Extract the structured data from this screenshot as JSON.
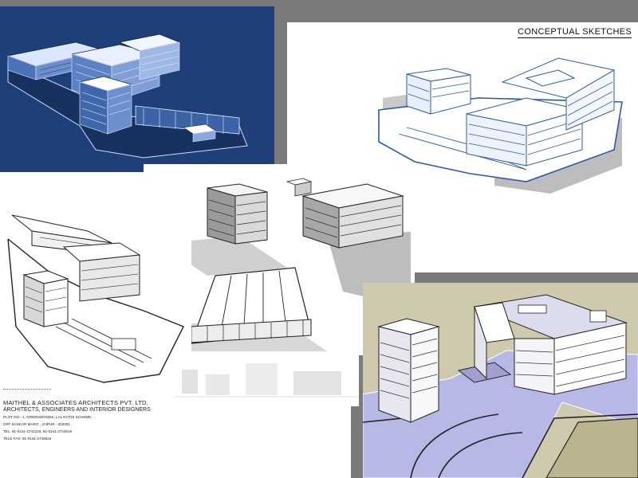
{
  "sheet": {
    "title": "CONCEPTUAL SKETCHES",
    "firm": {
      "name": "MAITHEL & ASSOCIATES ARCHITECTS PVT. LTD.",
      "description": "ARCHITECTS, ENGINEERS AND INTERIOR DESIGNERS",
      "address_lines": [
        "PLOT NO.- 1, GREENWOODS, LAL KOTHI SCHEME,",
        "OFF SAHKAR MARG , JAIPUR - 302001.",
        "TEL. 91-0141-2741232, 91-0141-2743619",
        "TELE FAX: 91-0141-2743619"
      ]
    }
  },
  "colors": {
    "frame_grey": "#7b7b7b",
    "blue_panel": "#1e3f78",
    "beige_panel": "#cfc9ae",
    "lavender_ground": "#b8b8e6",
    "outline_blue": "#2d5aa8"
  },
  "images": [
    "top-left-blue-3d-model",
    "top-right-blue-outline-sketch",
    "center-grey-perspective-sketch",
    "left-line-drawing-sketch",
    "bottom-right-colored-3d-model"
  ]
}
